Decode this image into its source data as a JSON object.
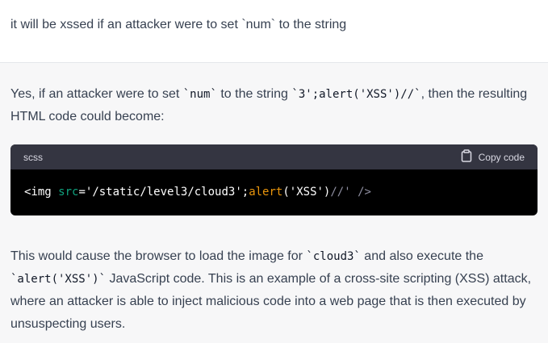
{
  "user_message": {
    "text": "it will be xssed if an attacker were to set `num` to the string"
  },
  "assistant": {
    "para1": {
      "t1": "Yes, if an attacker were to set ",
      "c1": "`num`",
      "t2": " to the string ",
      "c2": "`3';alert('XSS')//`",
      "t3": ", then the resulting HTML code could become:"
    },
    "code_block": {
      "language": "scss",
      "copy_label": "Copy code",
      "code": {
        "tag_open": "<img ",
        "attr": "src",
        "eq": "=",
        "string1": "'/static/level3/cloud3'",
        "semicolon": ";",
        "fn": "alert",
        "args": "('XSS')",
        "comment": "//' />"
      }
    },
    "para2": {
      "t1": "This would cause the browser to load the image for ",
      "c1": "`cloud3`",
      "t2": " and also execute the ",
      "c2": "`alert('XSS')`",
      "t3": " JavaScript code. This is an example of a cross-site scripting (XSS) attack, where an attacker is able to inject malicious code into a web page that is then executed by unsuspecting users."
    }
  },
  "icons": {
    "copy": "clipboard-icon"
  }
}
